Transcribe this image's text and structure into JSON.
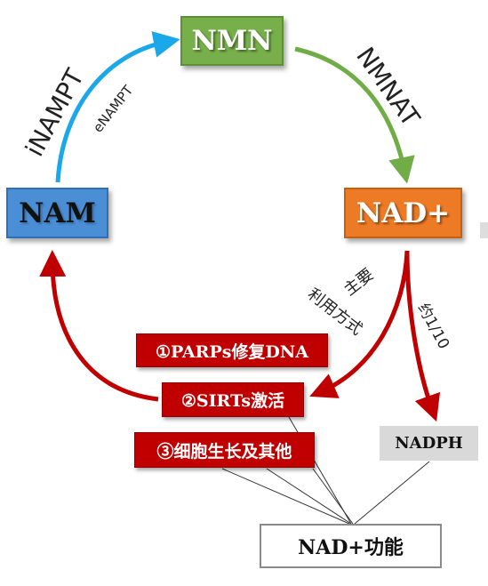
{
  "nodes": {
    "nmn": "NMN",
    "nam": "NAM",
    "nad_plus": "NAD+",
    "nadph": "NADPH",
    "function": "NAD+功能"
  },
  "uses": [
    {
      "label": "①PARPs修复DNA"
    },
    {
      "label": "②SIRTs激活"
    },
    {
      "label": "③细胞生长及其他"
    }
  ],
  "edge_labels": {
    "inampt": "iNAMPT",
    "enampt": "eNAMPT",
    "nmnat": "NMNAT",
    "main_line1": "主要",
    "main_line2": "利用方式",
    "about": "约1/10"
  },
  "colors": {
    "nmn": "#77b04a",
    "nam": "#4a8fd6",
    "nad_plus": "#ed7a24",
    "arrow_blue": "#1aa8e8",
    "arrow_green": "#71ad47",
    "arrow_red": "#c00000",
    "use_box": "#c00000",
    "nadph": "#d9d9d9"
  }
}
